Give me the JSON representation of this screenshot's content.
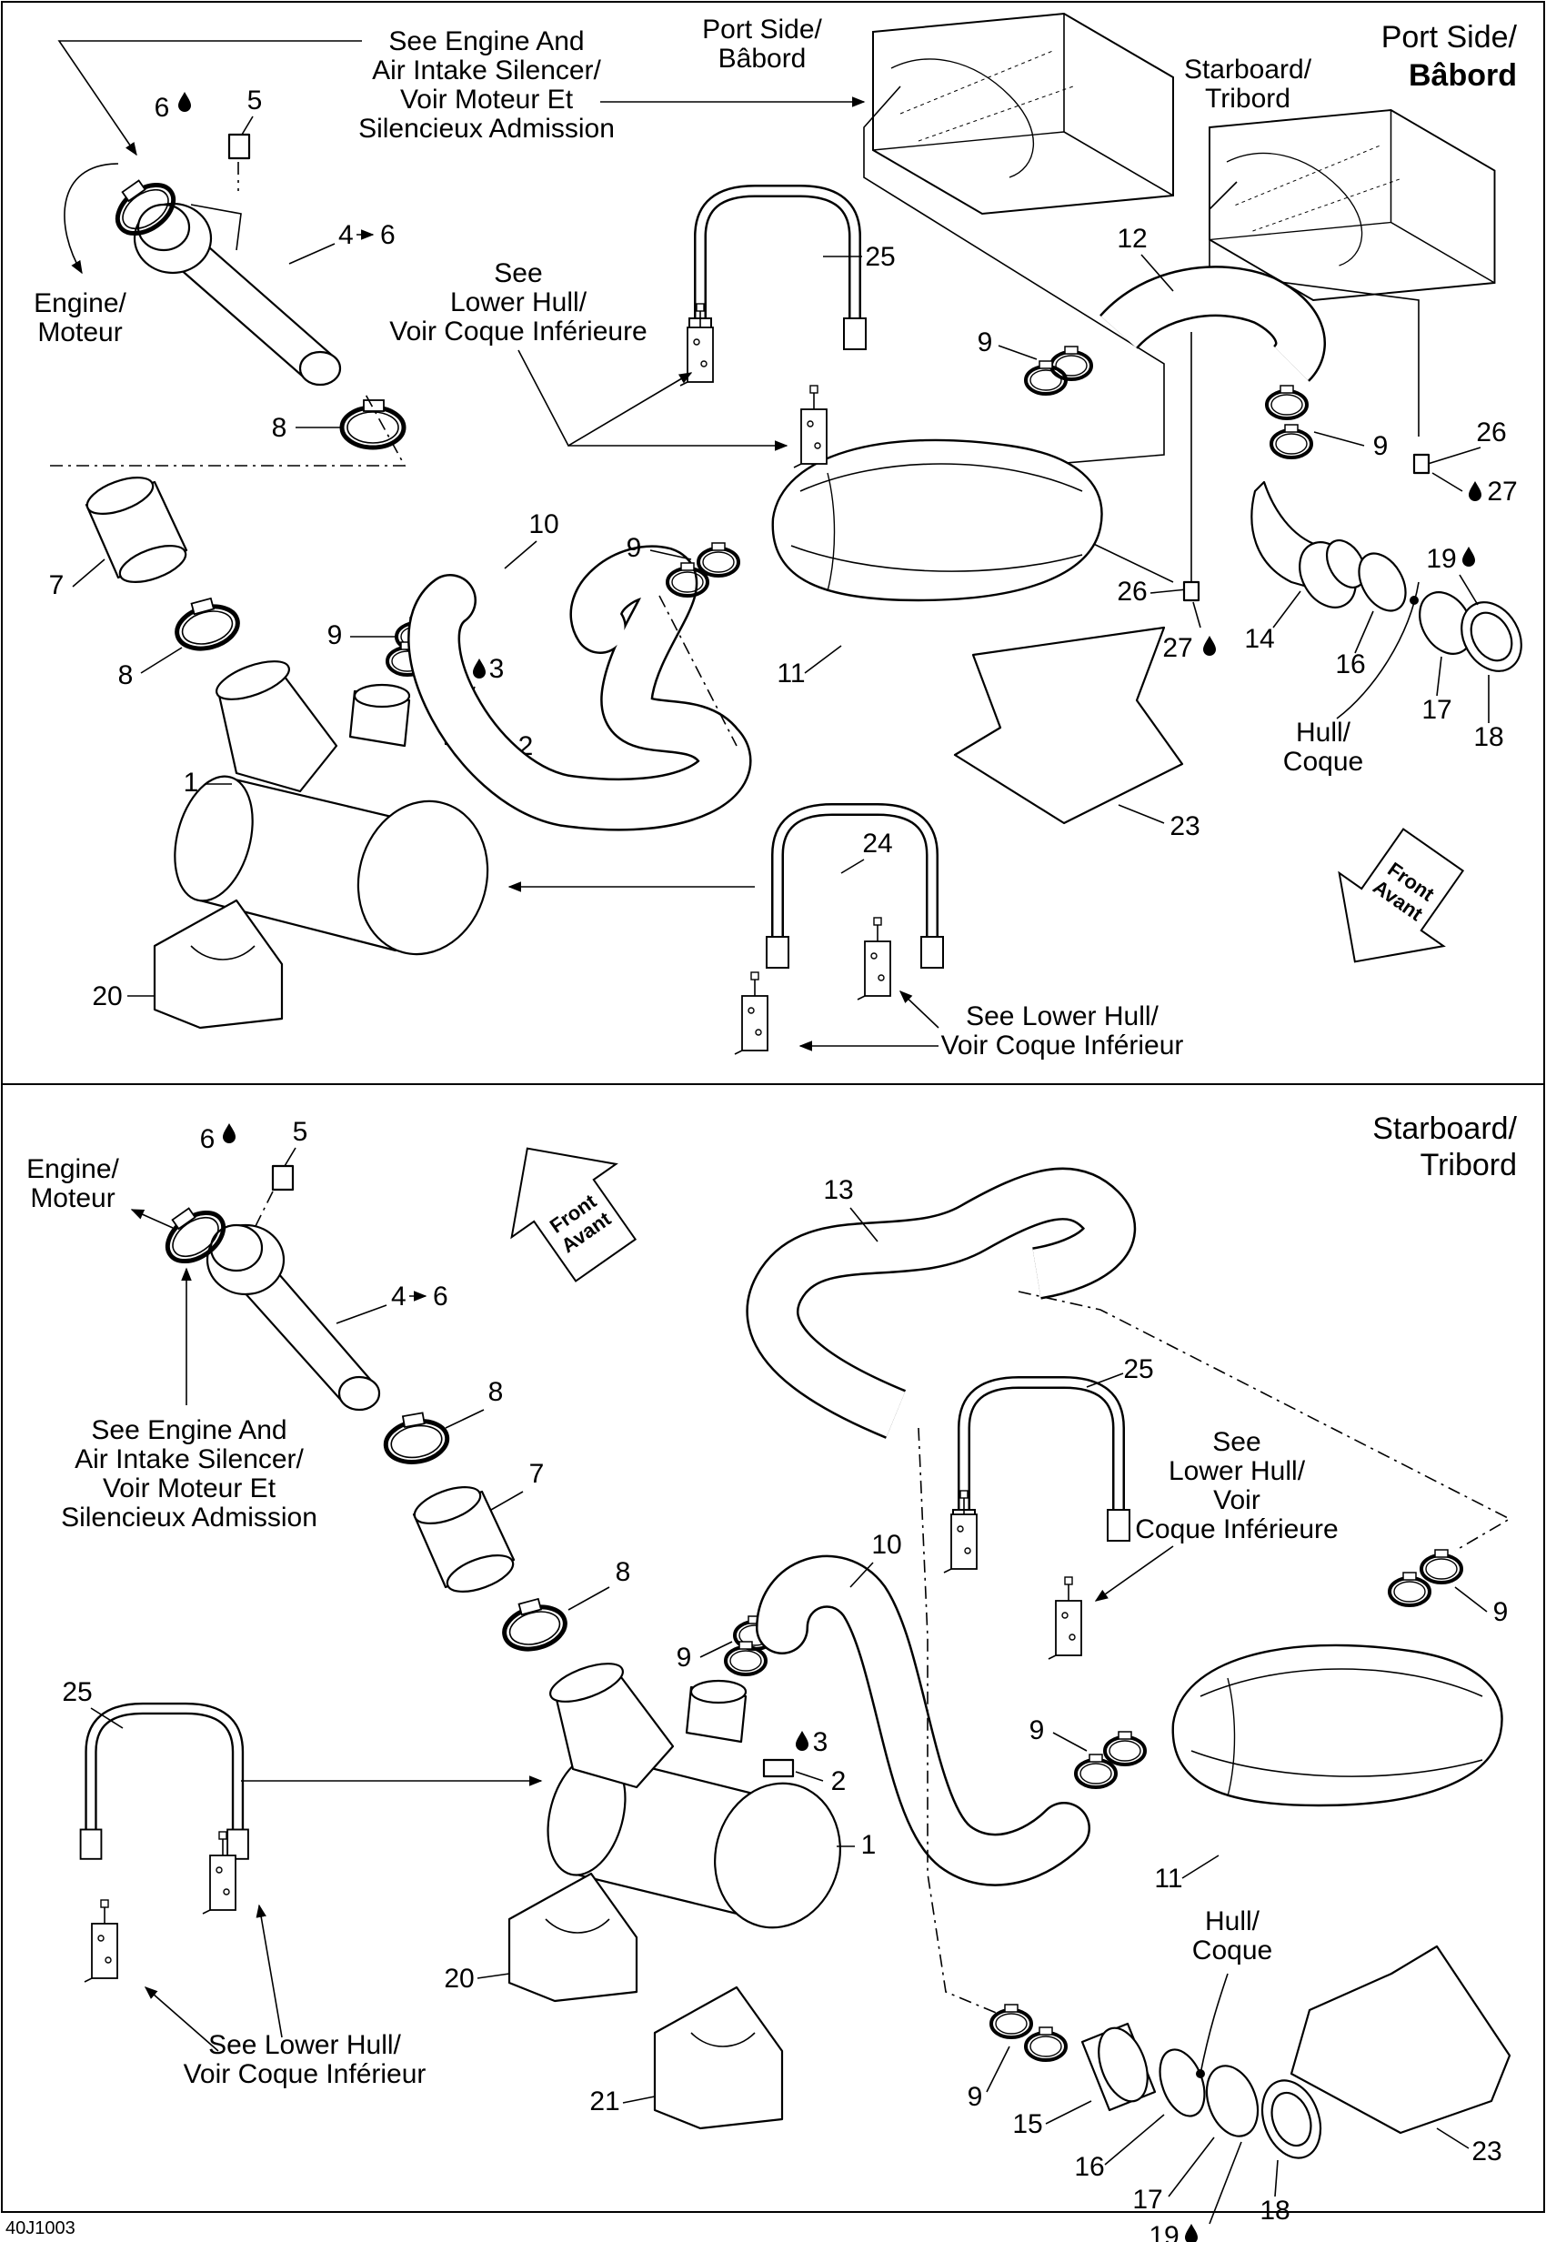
{
  "diagram_code": "40J1003",
  "top_panel": {
    "title_line1": "Port Side/",
    "title_line2": "Bâbord",
    "muffler_port_label_line1": "Port Side/",
    "muffler_port_label_line2": "Bâbord",
    "muffler_starboard_label_line1": "Starboard/",
    "muffler_starboard_label_line2": "Tribord",
    "see_engine_line1": "See Engine And",
    "see_engine_line2": "Air Intake Silencer/",
    "see_engine_line3": "Voir Moteur Et",
    "see_engine_line4": "Silencieux Admission",
    "engine_line1": "Engine/",
    "engine_line2": "Moteur",
    "see_lower_hull_a_line1": "See",
    "see_lower_hull_a_line2": "Lower Hull/",
    "see_lower_hull_a_line3": "Voir Coque Inférieure",
    "see_lower_hull_b_line1": "See Lower Hull/",
    "see_lower_hull_b_line2": "Voir Coque Inférieur",
    "hull_line1": "Hull/",
    "hull_line2": "Coque",
    "front_line1": "Front",
    "front_line2": "Avant",
    "callouts": {
      "c1": "1",
      "c2": "2",
      "c3": "3",
      "c4": "4",
      "c6a": "6",
      "c5": "5",
      "c6b": "6",
      "c7": "7",
      "c8a": "8",
      "c8b": "8",
      "c9a": "9",
      "c9b": "9",
      "c9c": "9",
      "c9d": "9",
      "c10": "10",
      "c11": "11",
      "c12": "12",
      "c14": "14",
      "c16": "16",
      "c17": "17",
      "c18": "18",
      "c19": "19",
      "c20": "20",
      "c23": "23",
      "c24": "24",
      "c25": "25",
      "c26a": "26",
      "c26b": "26",
      "c27a": "27",
      "c27b": "27"
    }
  },
  "bottom_panel": {
    "title_line1": "Starboard/",
    "title_line2": "Tribord",
    "engine_line1": "Engine/",
    "engine_line2": "Moteur",
    "see_engine_line1": "See Engine And",
    "see_engine_line2": "Air Intake Silencer/",
    "see_engine_line3": "Voir Moteur Et",
    "see_engine_line4": "Silencieux Admission",
    "see_lower_hull_a_line1": "See",
    "see_lower_hull_a_line2": "Lower Hull/",
    "see_lower_hull_a_line3": "Voir",
    "see_lower_hull_a_line4": "Coque Inférieure",
    "see_lower_hull_b_line1": "See Lower Hull/",
    "see_lower_hull_b_line2": "Voir Coque Inférieur",
    "hull_line1": "Hull/",
    "hull_line2": "Coque",
    "front_line1": "Front",
    "front_line2": "Avant",
    "callouts": {
      "c1": "1",
      "c2": "2",
      "c3": "3",
      "c4": "4",
      "c6a": "6",
      "c5": "5",
      "c6b": "6",
      "c7": "7",
      "c8a": "8",
      "c8b": "8",
      "c9a": "9",
      "c9b": "9",
      "c9c": "9",
      "c9d": "9",
      "c10": "10",
      "c11": "11",
      "c13": "13",
      "c15": "15",
      "c16": "16",
      "c17": "17",
      "c18": "18",
      "c19": "19",
      "c20": "20",
      "c21": "21",
      "c23": "23",
      "c25a": "25",
      "c25b": "25"
    }
  },
  "icons": {
    "drop": "sealant-drop-icon",
    "arrow": "leader-arrow-icon",
    "front_arrow": "front-direction-arrow-icon"
  }
}
